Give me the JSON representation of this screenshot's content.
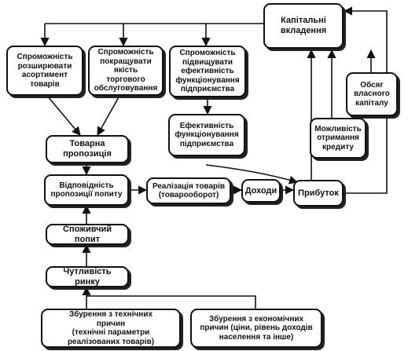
{
  "nodes": {
    "capital": "Капітальні\nвкладення",
    "assortment": "Спроможність\nрозширювати\nасортимент\nтоварів",
    "service": "Спроможність\nпокращувати\nякість\nторгового\nобслуговування",
    "efficiencyCap": "Спроможність\nпідвищувати\nефективність\nфункціонування\nпідприємства",
    "ownCapital": "Обсяг\nвласного\nкапіталу",
    "credit": "Можливість\nотримання\nкредиту",
    "efficiency": "Ефективність\nфункціонування\nпідприємства",
    "offer": "Товарна\nпропозиція",
    "match": "Відповідність\nпропозиції попиту",
    "sales": "Реалізація товарів\n(товарооборот)",
    "income": "Доходи",
    "profit": "Прибуток",
    "demand": "Споживчий попит",
    "sensitivity": "Чутливість ринку",
    "technical": "Збурення з технічних\nпричин\n(технічні параметри\nреалізованих товарів)",
    "economic": "Збурення з економічних\nпричин (ціни, рівень доходів\nнаселення та інше)"
  }
}
